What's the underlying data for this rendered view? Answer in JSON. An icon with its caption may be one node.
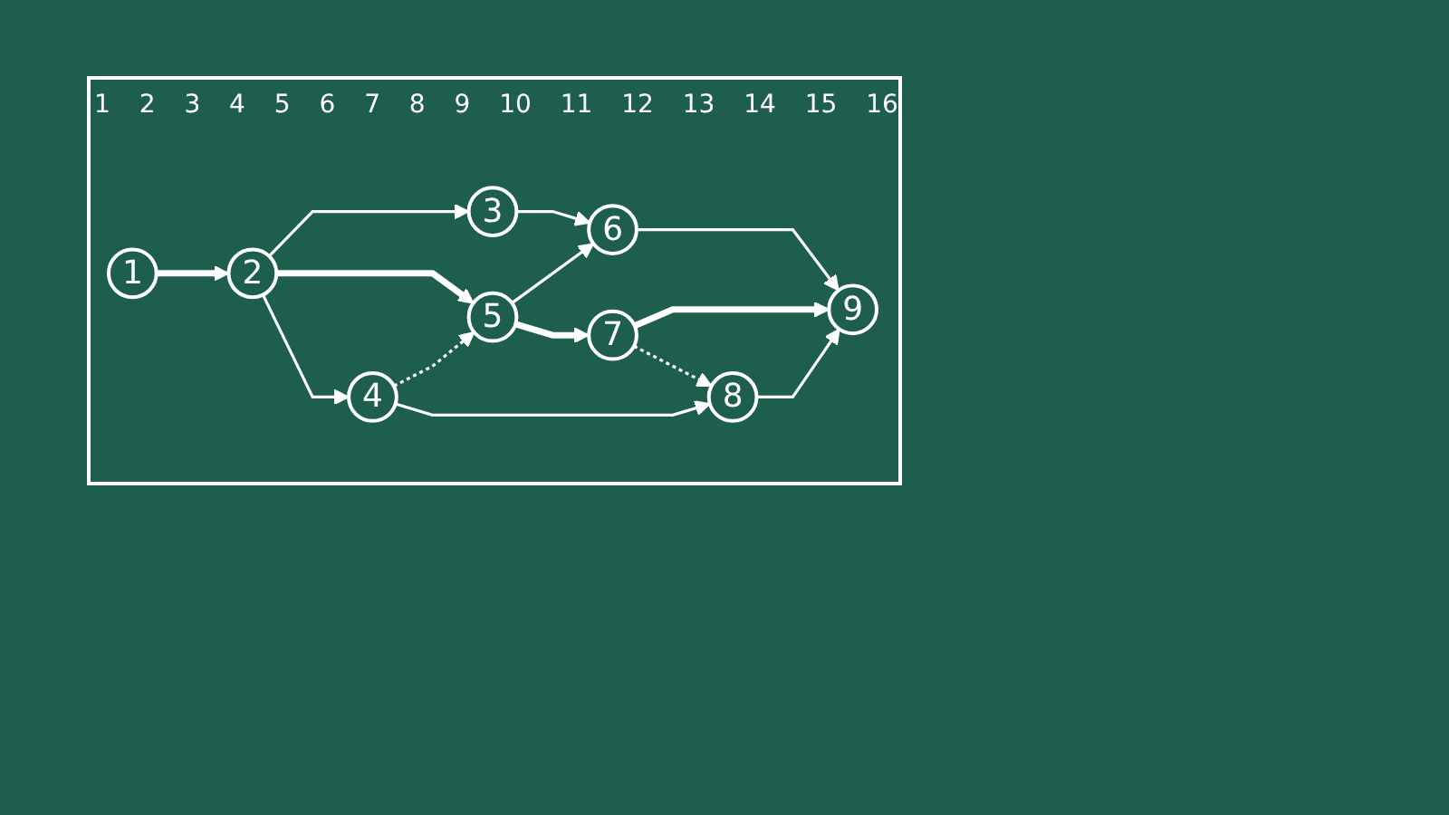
{
  "diagram": {
    "nodes": [
      {
        "text": [
          "1"
        ]
      },
      {
        "text": [
          "2"
        ]
      },
      {
        "text": [
          "3"
        ]
      },
      {
        "text": [
          "6"
        ]
      },
      {
        "text": [
          "5"
        ]
      },
      {
        "text": [
          "7"
        ]
      },
      {
        "text": [
          "9"
        ]
      },
      {
        "text": [
          "4"
        ]
      },
      {
        "text": [
          "8"
        ]
      }
    ],
    "edges": [
      {
        "from": 0,
        "to": 1,
        "arrow": "to",
        "style": "thick"
      },
      {
        "from": 1,
        "to": 2,
        "arrow": "to"
      },
      {
        "from": 2,
        "to": 3,
        "arrow": "to"
      },
      {
        "from": 3,
        "to": 6,
        "arrow": "to"
      },
      {
        "from": 1,
        "to": 4,
        "arrow": "to",
        "style": "thick"
      },
      {
        "from": 4,
        "to": 3,
        "arrow": "to"
      },
      {
        "from": 4,
        "to": 5,
        "arrow": "to",
        "style": "thick"
      },
      {
        "from": 5,
        "to": 6,
        "arrow": "to",
        "style": "thick"
      },
      {
        "from": 1,
        "to": 7,
        "arrow": "to"
      },
      {
        "from": 7,
        "to": 4,
        "arrow": "to",
        "style": "dashed"
      },
      {
        "from": 7,
        "to": 8,
        "arrow": "to"
      },
      {
        "from": 5,
        "to": 8,
        "arrow": "to",
        "style": "dashed"
      },
      {
        "from": 8,
        "to": 6,
        "arrow": "to"
      }
    ],
    "labels": [
      "1",
      "2",
      "3",
      "4",
      "5",
      "6",
      "7",
      "8",
      "9",
      "10",
      "11",
      "12",
      "13",
      "14",
      "15",
      "16"
    ]
  }
}
